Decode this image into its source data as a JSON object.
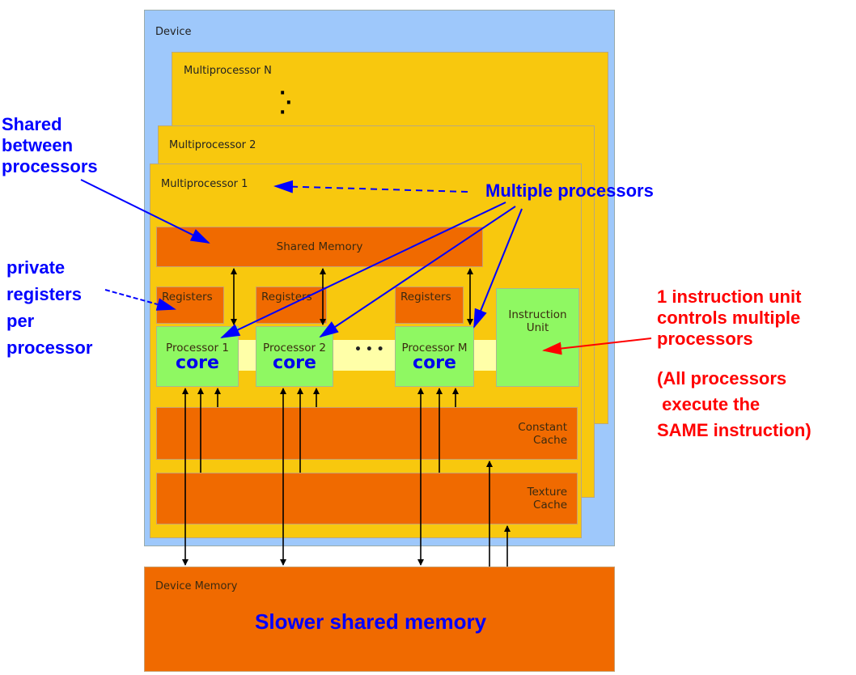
{
  "device": {
    "label": "Device"
  },
  "multiprocessors": [
    {
      "label": "Multiprocessor N"
    },
    {
      "label": "Multiprocessor 2"
    },
    {
      "label": "Multiprocessor 1"
    }
  ],
  "shared_memory": "Shared Memory",
  "registers": "Registers",
  "processors": [
    {
      "label": "Processor 1",
      "core": "core"
    },
    {
      "label": "Processor 2",
      "core": "core"
    },
    {
      "label": "Processor M",
      "core": "core"
    }
  ],
  "ellipsis": "• • •",
  "instruction_unit": [
    "Instruction",
    "Unit"
  ],
  "constant_cache": [
    "Constant",
    "Cache"
  ],
  "texture_cache": [
    "Texture",
    "Cache"
  ],
  "device_memory": {
    "label": "Device Memory",
    "note": "Slower shared memory"
  },
  "annotations": {
    "shared": [
      "Shared",
      "between",
      "processors"
    ],
    "private": [
      "private",
      "registers",
      "per",
      "processor"
    ],
    "multiple": "Multiple processors",
    "instr": [
      "1 instruction unit",
      "controls multiple",
      "processors"
    ],
    "same": [
      "(All processors",
      " execute the",
      "SAME instruction)"
    ]
  },
  "colors": {
    "device": "#9ec8fb",
    "multiprocessor": "#f8c80e",
    "memory": "#f06a00",
    "processor": "#8ff862",
    "annotation_blue": "#0000ff",
    "annotation_red": "#ff0000"
  }
}
